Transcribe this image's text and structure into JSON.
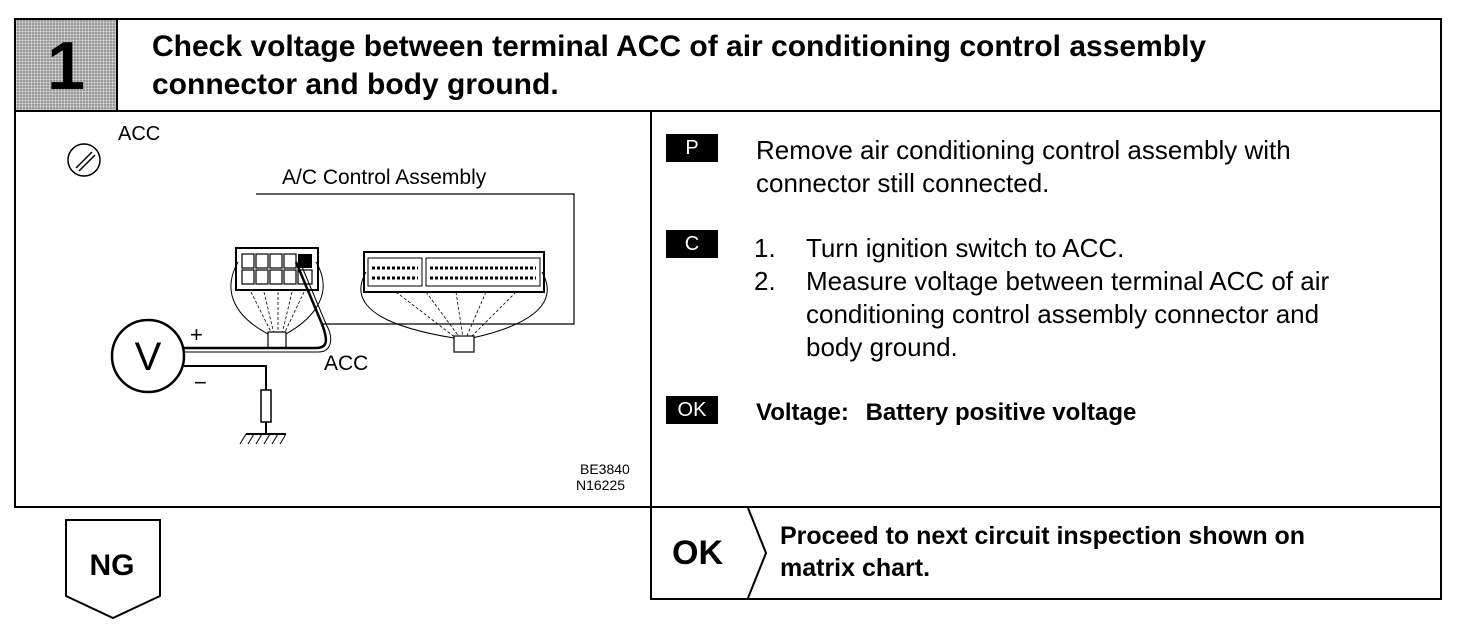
{
  "step": {
    "number": "1",
    "title_line1": "Check voltage between terminal ACC of air conditioning control assembly",
    "title_line2": "connector and body ground."
  },
  "diagram": {
    "ignition_label": "ACC",
    "assembly_label": "A/C Control Assembly",
    "terminal_label": "ACC",
    "voltmeter_symbol": "V",
    "plus_sign": "+",
    "minus_sign": "−",
    "code1": "BE3840",
    "code2": "N16225"
  },
  "instructions": {
    "prep_tag": "P",
    "prep_line1": "Remove air conditioning control assembly with",
    "prep_line2": "connector still connected.",
    "check_tag": "C",
    "step1_num": "1.",
    "step1_text": "Turn ignition switch to ACC.",
    "step2_num": "2.",
    "step2_line1": "Measure voltage between terminal ACC of air",
    "step2_line2": "conditioning control assembly connector and",
    "step2_line3": "body ground.",
    "ok_tag": "OK",
    "ok_spec_label": "Voltage:",
    "ok_spec_value": "Battery positive voltage"
  },
  "results": {
    "ng_label": "NG",
    "ok_label": "OK",
    "ok_line1": "Proceed to next circuit inspection shown on",
    "ok_line2": "matrix chart."
  }
}
